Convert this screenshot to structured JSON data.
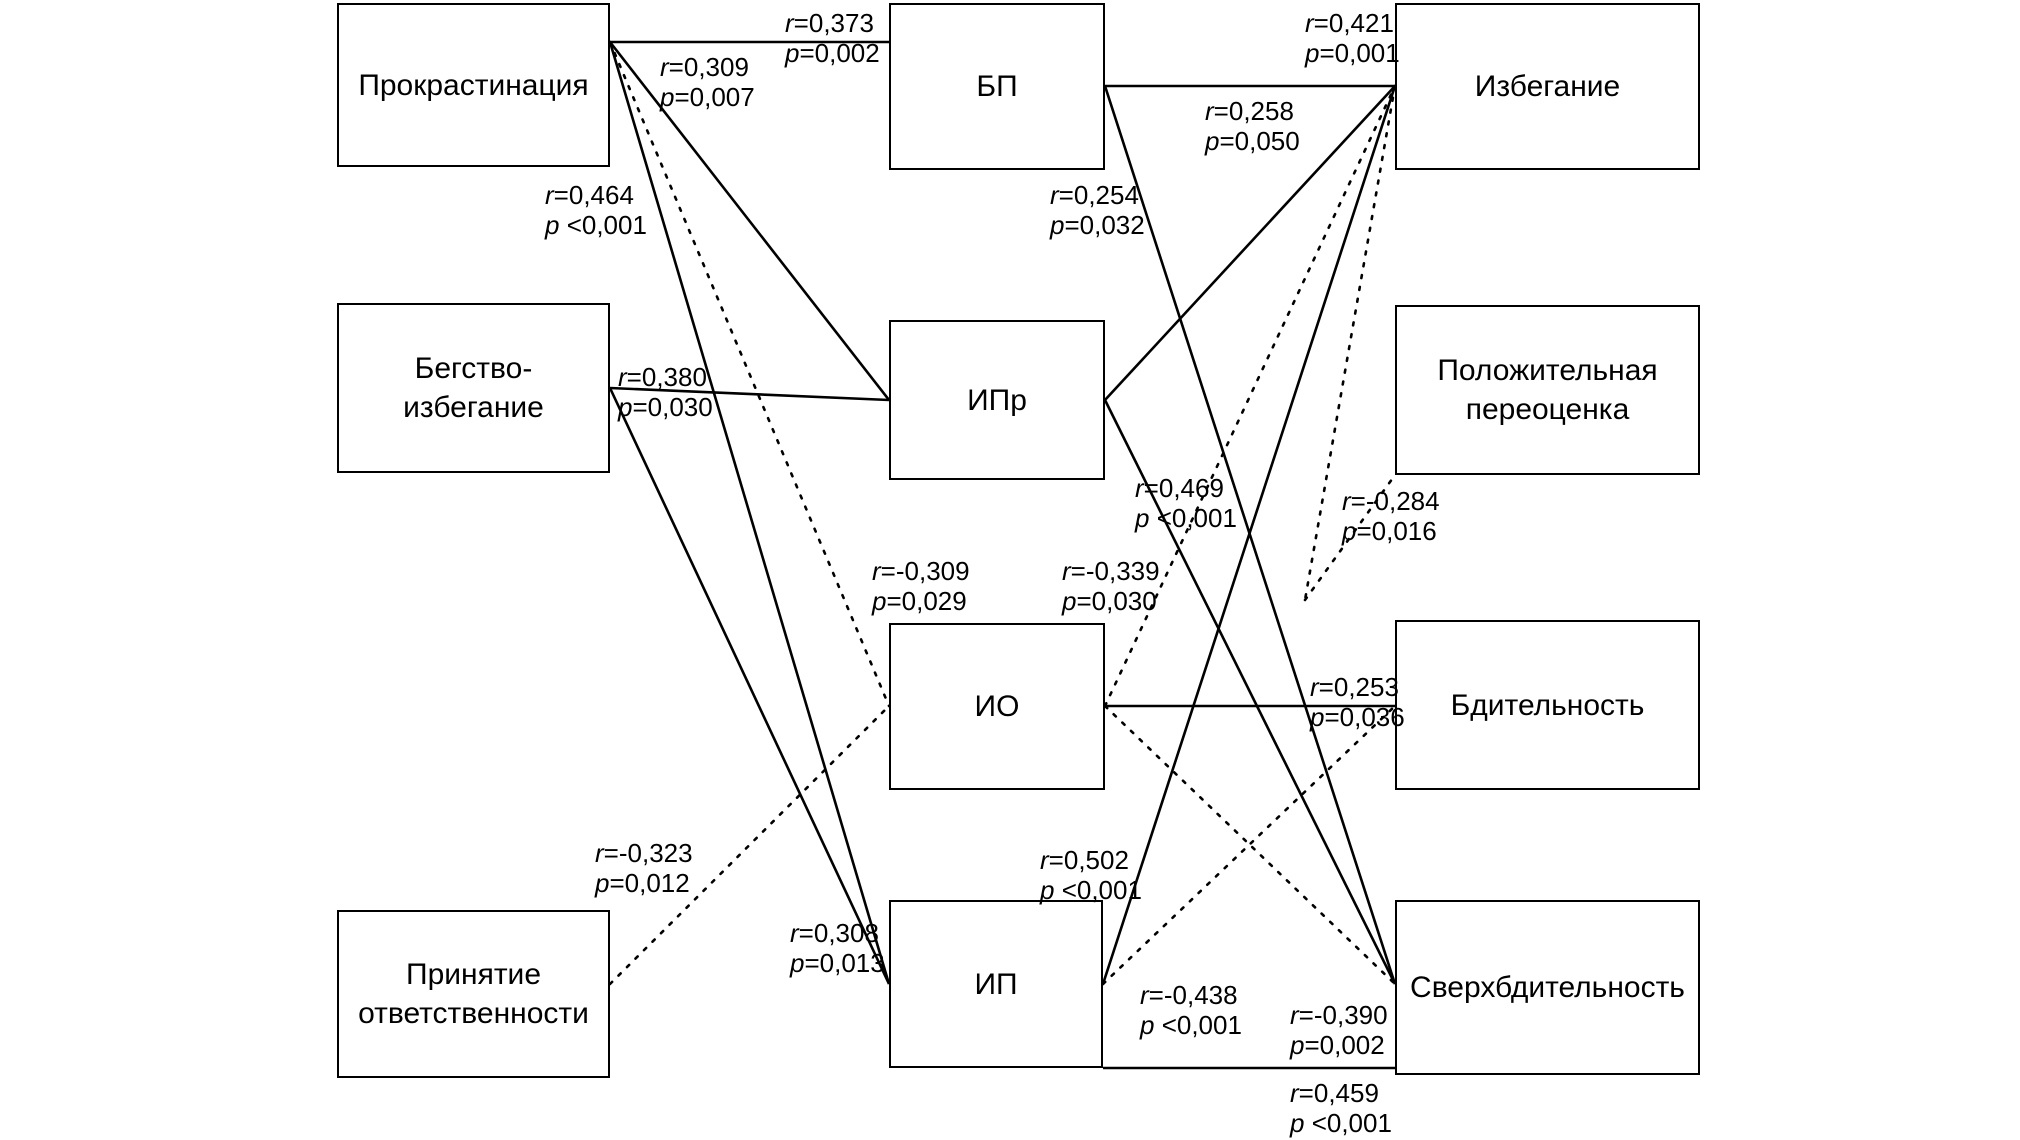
{
  "diagram": {
    "type": "correlation-network",
    "title": "",
    "line_styles": {
      "solid": "positive correlation",
      "dotted": "negative correlation"
    },
    "colors": {
      "line": "#000000",
      "box_border": "#000000",
      "background": "#ffffff",
      "text": "#000000"
    },
    "nodes": [
      {
        "id": "prokrastinaciya",
        "label": "Прокрастинация",
        "column": "left",
        "row": 1
      },
      {
        "id": "begstvo",
        "label_line1": "Бегство-",
        "label_line2": "избегание",
        "column": "left",
        "row": 2
      },
      {
        "id": "prinyatie",
        "label_line1": "Принятие",
        "label_line2": "ответственности",
        "column": "left",
        "row": 3
      },
      {
        "id": "bp",
        "label": "БП",
        "column": "center",
        "row": 1
      },
      {
        "id": "ipr",
        "label": "ИПр",
        "column": "center",
        "row": 2
      },
      {
        "id": "io",
        "label": "ИО",
        "column": "center",
        "row": 3
      },
      {
        "id": "ip",
        "label": "ИП",
        "column": "center",
        "row": 4
      },
      {
        "id": "izbeganie",
        "label": "Избегание",
        "column": "right",
        "row": 1
      },
      {
        "id": "polozhitelnaya",
        "label_line1": "Положительная",
        "label_line2": "переоценка",
        "column": "right",
        "row": 2
      },
      {
        "id": "bditelnost",
        "label": "Бдительность",
        "column": "right",
        "row": 3
      },
      {
        "id": "sverhbditelnost",
        "label": "Сверхбдительность",
        "column": "right",
        "row": 4
      }
    ],
    "edges": [
      {
        "id": "e1",
        "from": "prokrastinaciya",
        "to": "bp",
        "r": "r=0,373",
        "p": "p=0,002",
        "style": "solid"
      },
      {
        "id": "e2",
        "from": "prokrastinaciya",
        "to": "ipr",
        "r": "r=0,309",
        "p": "p=0,007",
        "style": "solid"
      },
      {
        "id": "e3",
        "from": "prokrastinaciya",
        "to": "ip",
        "r": "r=0,464",
        "p": "p <0,001",
        "style": "solid"
      },
      {
        "id": "e4",
        "from": "prokrastinaciya",
        "to": "io",
        "r": "r=-0,309",
        "p": "p=0,029",
        "style": "dotted"
      },
      {
        "id": "e5",
        "from": "bp",
        "to": "izbeganie",
        "r": "r=0,421",
        "p": "p=0,001",
        "style": "solid"
      },
      {
        "id": "e6",
        "from": "bp",
        "to": "sverhbditelnost",
        "r": "r=0,254",
        "p": "p=0,032",
        "style": "solid"
      },
      {
        "id": "e7",
        "from": "ipr",
        "to": "izbeganie",
        "r": "r=0,258",
        "p": "p=0,050",
        "style": "solid"
      },
      {
        "id": "e8",
        "from": "begstvo",
        "to": "ipr",
        "r": "r=0,380",
        "p": "p=0,030",
        "style": "solid"
      },
      {
        "id": "e9",
        "from": "begstvo",
        "to": "ip",
        "r": "r=0,308",
        "p": "p=0,013",
        "style": "solid"
      },
      {
        "id": "e10",
        "from": "ipr",
        "to": "sverhbditelnost",
        "r": "r=0,469",
        "p": "p <0,001",
        "style": "solid"
      },
      {
        "id": "e11",
        "from": "io",
        "to": "izbeganie",
        "r": "r=-0,339",
        "p": "p=0,030",
        "style": "dotted"
      },
      {
        "id": "e12",
        "from": "izbeganie",
        "to": "polozhitelnaya",
        "r": "r=-0,284",
        "p": "p=0,016",
        "style": "dotted"
      },
      {
        "id": "e13",
        "from": "io",
        "to": "bditelnost",
        "r": "r=0,253",
        "p": "p=0,036",
        "style": "solid"
      },
      {
        "id": "e14",
        "from": "prinyatie",
        "to": "io",
        "r": "r=-0,323",
        "p": "p=0,012",
        "style": "dotted"
      },
      {
        "id": "e15",
        "from": "ip",
        "to": "izbeganie",
        "r": "r=0,502",
        "p": "p <0,001",
        "style": "solid"
      },
      {
        "id": "e16",
        "from": "ip",
        "to": "bditelnost",
        "r": "r=-0,438",
        "p": "p <0,001",
        "style": "dotted"
      },
      {
        "id": "e17",
        "from": "io",
        "to": "sverhbditelnost",
        "r": "r=-0,390",
        "p": "p=0,002",
        "style": "dotted"
      },
      {
        "id": "e18",
        "from": "ip",
        "to": "sverhbditelnost",
        "r": "r=0,459",
        "p": "p <0,001",
        "style": "solid"
      }
    ]
  }
}
